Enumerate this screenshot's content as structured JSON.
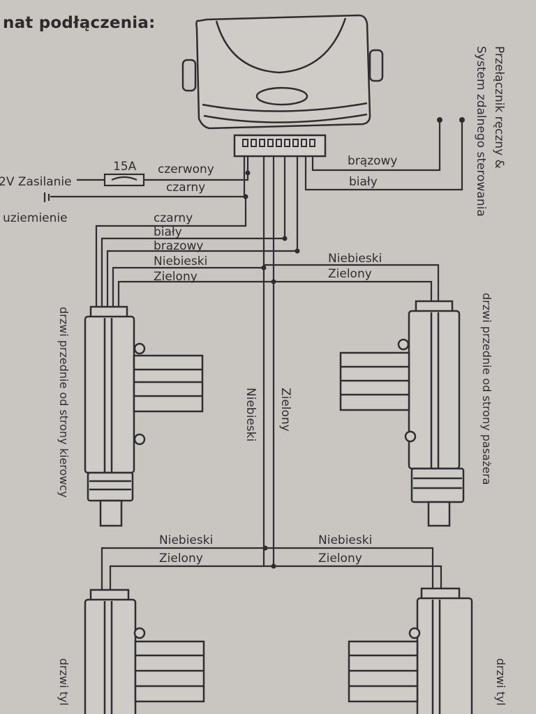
{
  "heading": "nat podłączenia:",
  "switch_label": {
    "line1": "Przełącznik ręczny &",
    "line2": "System zdalnego sterowania"
  },
  "power": {
    "supply_label": "2V Zasilanie",
    "fuse_label": "15A",
    "ground_label": "uziemienie"
  },
  "main_wires": {
    "red": "czerwony",
    "black": "czarny",
    "brown": "brązowy",
    "white": "biały"
  },
  "harness_wires": {
    "black": "czarny",
    "white": "biały",
    "brown": "brązowy",
    "blue": "Niebieski",
    "green": "Zielony"
  },
  "passenger_wires": {
    "blue": "Niebieski",
    "green": "Zielony"
  },
  "trunk_wires": {
    "blue": "Niebieski",
    "green": "Zielony"
  },
  "rear_left_wires": {
    "blue": "Niebieski",
    "green": "Zielony"
  },
  "rear_right_wires": {
    "blue": "Niebieski",
    "green": "Zielony"
  },
  "doors": {
    "front_driver": "drzwi przednie od strony kierowcy",
    "front_passenger": "drzwi przednie od strony pasażera",
    "rear_left": "drzwi tyl",
    "rear_right": "drzwi tyl"
  },
  "colors": {
    "paper": "#c9c6c1",
    "ink": "#2e2e32"
  }
}
